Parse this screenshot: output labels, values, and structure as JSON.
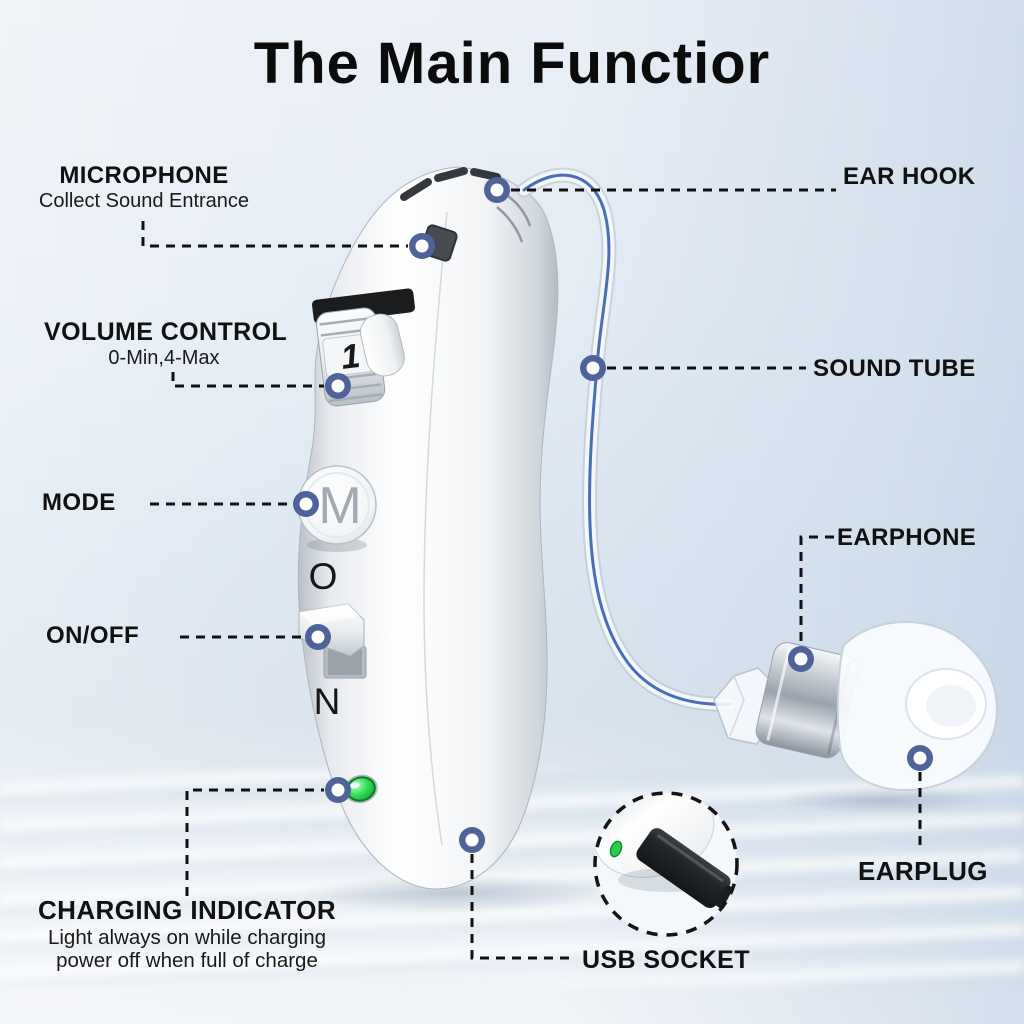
{
  "title": "The Main Functior",
  "callouts": {
    "microphone": {
      "label": "MICROPHONE",
      "sub": "Collect Sound Entrance"
    },
    "volume": {
      "label": "VOLUME CONTROL",
      "sub": "0-Min,4-Max"
    },
    "mode": {
      "label": "MODE"
    },
    "onoff": {
      "label": "ON/OFF"
    },
    "charging": {
      "label": "CHARGING INDICATOR",
      "sub1": "Light always on while charging",
      "sub2": "power off when full of charge"
    },
    "earhook": {
      "label": "EAR HOOK"
    },
    "soundtube": {
      "label": "SOUND TUBE"
    },
    "earphone": {
      "label": "EARPHONE"
    },
    "earplug": {
      "label": "EARPLUG"
    },
    "usb": {
      "label": "USB SOCKET"
    }
  },
  "device": {
    "volume_wheel_value": "1",
    "mode_button_letter": "M",
    "switch_letter_top": "O",
    "switch_letter_bottom": "N"
  },
  "colors": {
    "marker_ring": "#4f639a",
    "callout_line": "#111111",
    "led_green": "#23cf4a",
    "tube_core_blue": "#4a6db8",
    "background_top": "#eaeff6",
    "background_bottom": "#f1f4f8"
  }
}
